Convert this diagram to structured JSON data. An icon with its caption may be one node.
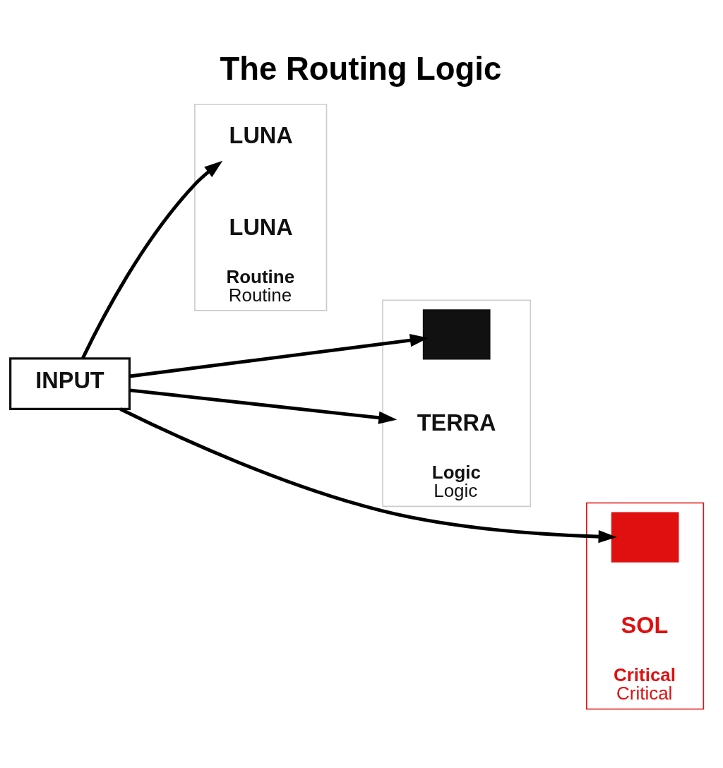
{
  "diagram": {
    "title": "The Routing Logic",
    "nodes": [
      {
        "text": [
          "INPUT"
        ]
      },
      {
        "text": [
          "Routine",
          "Routine"
        ]
      },
      {
        "text": [
          "LUNA"
        ],
        "in": 1
      },
      {
        "text": [
          "LUNA"
        ],
        "in": 1
      },
      {
        "text": [
          "Logic",
          "Logic"
        ]
      },
      {
        "text": [],
        "shape": "box",
        "in": 4
      },
      {
        "text": [
          "TERRA"
        ],
        "in": 4
      },
      {
        "text": [
          "Critical",
          "Critical"
        ]
      },
      {
        "text": [],
        "shape": "box",
        "in": 7
      },
      {
        "text": [
          "SOL"
        ],
        "in": 7
      }
    ],
    "edges": [
      {
        "from": 0,
        "to": 2,
        "arrow": "to"
      },
      {
        "from": 0,
        "to": 5,
        "arrow": "to"
      },
      {
        "from": 0,
        "to": 6,
        "arrow": "to"
      },
      {
        "from": 0,
        "to": 8,
        "arrow": "to"
      }
    ]
  }
}
